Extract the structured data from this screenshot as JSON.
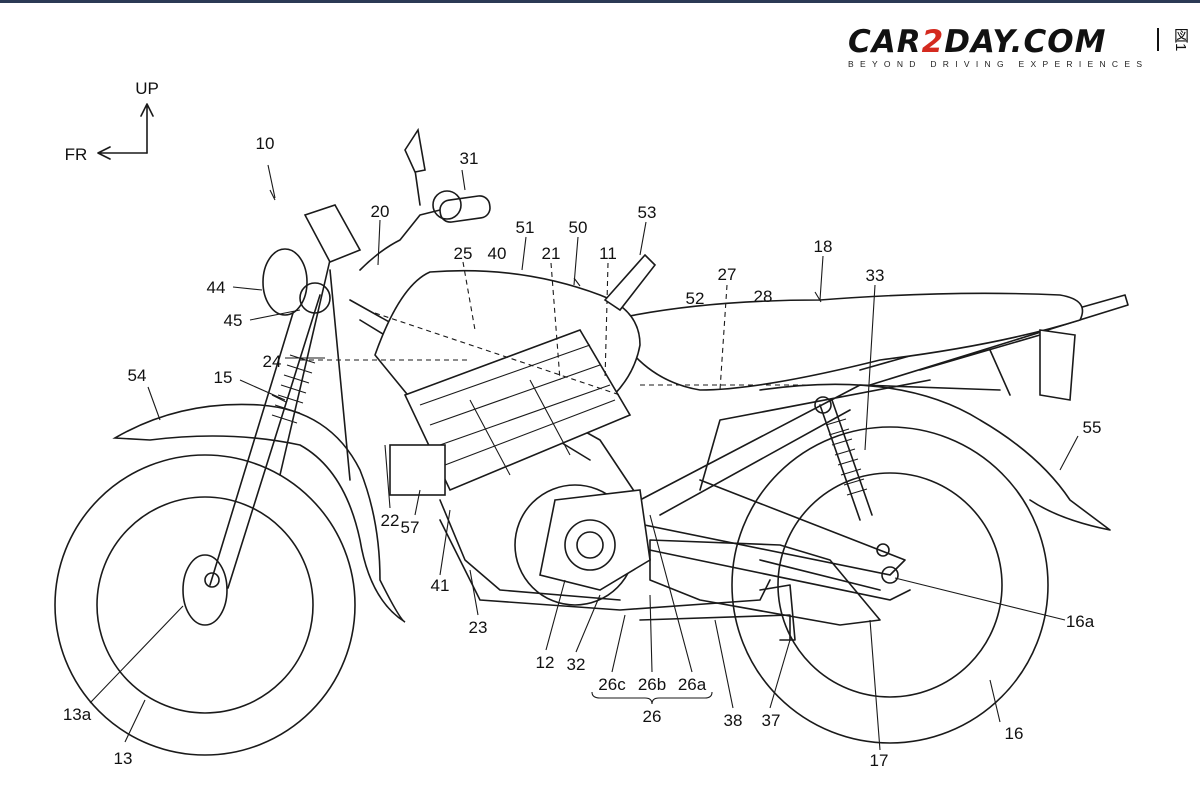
{
  "logo": {
    "brand_prefix": "CAR",
    "brand_accent": "2",
    "brand_suffix": "DAY.COM",
    "tagline": "BEYOND DRIVING EXPERIENCES",
    "figure_mark": "図1",
    "accent_color": "#d42a1f"
  },
  "orientation": {
    "up": "UP",
    "front": "FR"
  },
  "labels": {
    "l10": "10",
    "l31": "31",
    "l20": "20",
    "l51": "51",
    "l50": "50",
    "l53": "53",
    "l25": "25",
    "l40": "40",
    "l21": "21",
    "l11": "11",
    "l18": "18",
    "l27": "27",
    "l28": "28",
    "l52": "52",
    "l33": "33",
    "l44": "44",
    "l45": "45",
    "l24": "24",
    "l54": "54",
    "l15": "15",
    "l55": "55",
    "l22": "22",
    "l57": "57",
    "l41": "41",
    "l23": "23",
    "l12": "12",
    "l32": "32",
    "l26c": "26c",
    "l26b": "26b",
    "l26a": "26a",
    "l26": "26",
    "l38": "38",
    "l37": "37",
    "l16a": "16a",
    "l17": "17",
    "l16": "16",
    "l13a": "13a",
    "l13": "13"
  }
}
